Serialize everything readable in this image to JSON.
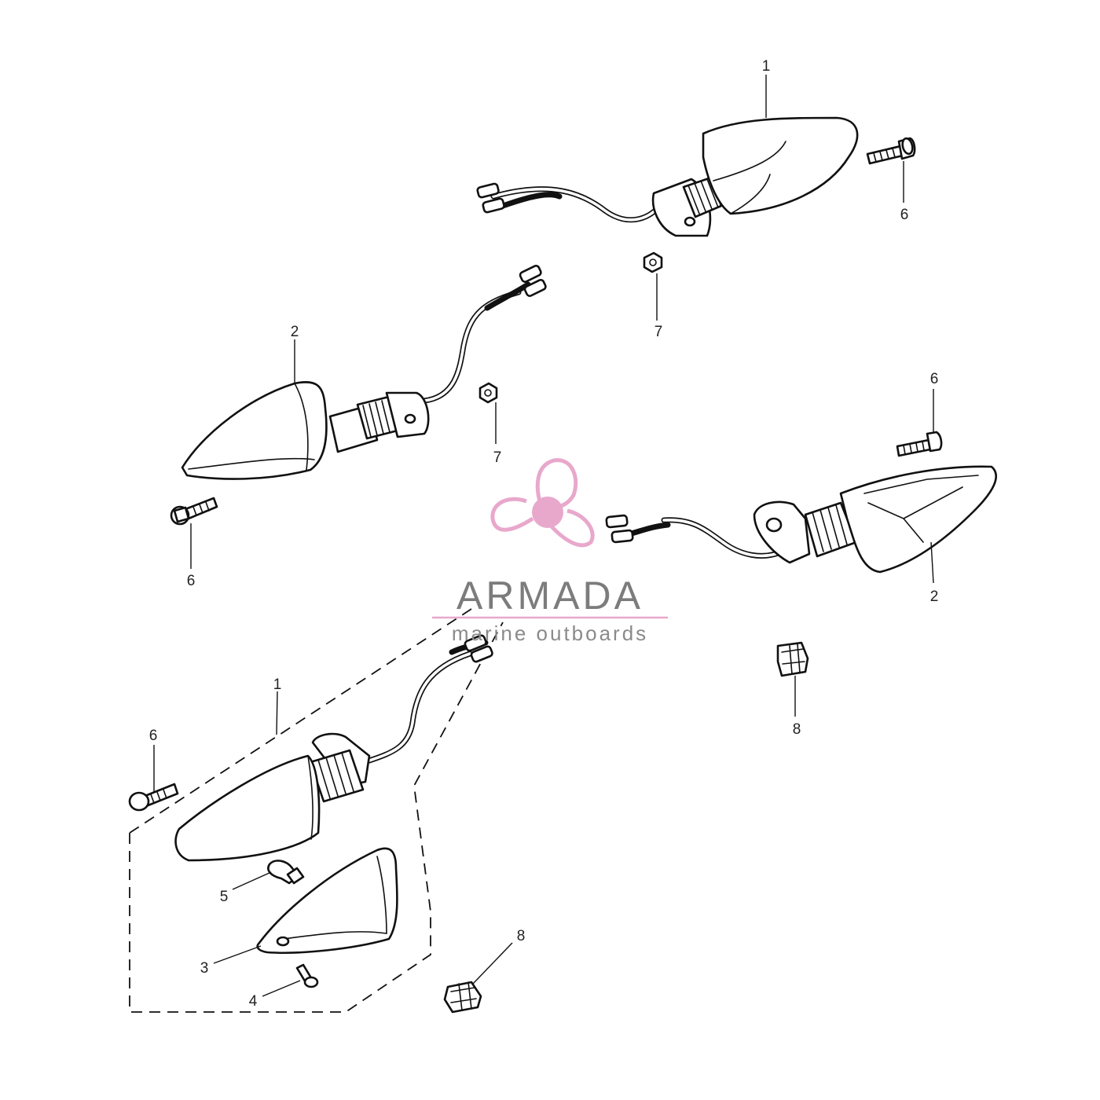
{
  "diagram": {
    "callouts": [
      "1",
      "6",
      "7",
      "2",
      "7",
      "6",
      "6",
      "2",
      "8",
      "1",
      "6",
      "5",
      "3",
      "4",
      "8"
    ]
  },
  "watermark": {
    "brand": "ARMADA",
    "tagline": "marine outboards",
    "accent_color": "#e8a8cc",
    "text_color": "#7c7c7c"
  }
}
